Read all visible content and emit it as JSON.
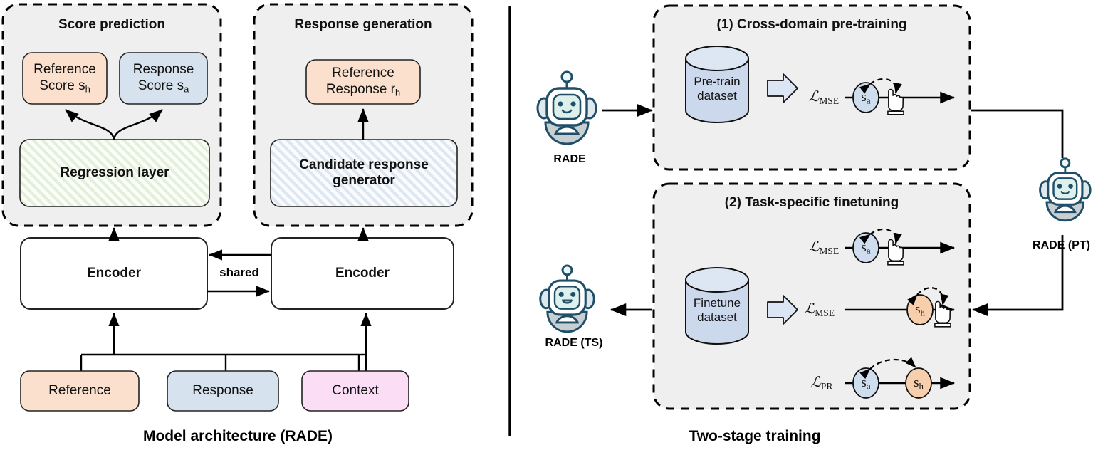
{
  "figure": {
    "left_caption": "Model architecture (RADE)",
    "right_caption": "Two-stage training"
  },
  "left_panel": {
    "score_prediction": {
      "title": "Score prediction",
      "reference_score": {
        "line1": "Reference",
        "line2_pre": "Score s",
        "line2_sub": "h"
      },
      "response_score": {
        "line1": "Response",
        "line2_pre": "Score s",
        "line2_sub": "a"
      },
      "regression_layer": "Regression layer"
    },
    "response_generation": {
      "title": "Response generation",
      "reference_response": {
        "line1": "Reference",
        "line2_pre": "Response r",
        "line2_sub": "h"
      },
      "candidate_generator_line1": "Candidate response",
      "candidate_generator_line2": "generator"
    },
    "encoder_left": "Encoder",
    "encoder_right": "Encoder",
    "shared_label": "shared",
    "inputs": [
      {
        "label": "Reference",
        "color": "#fae0cd"
      },
      {
        "label": "Response",
        "color": "#d6e3ef"
      },
      {
        "label": "Context",
        "color": "#fbddf5"
      }
    ]
  },
  "right_panel": {
    "rade": {
      "label": "RADE",
      "icon": "robot-icon"
    },
    "rade_pt": {
      "label": "RADE (PT)",
      "icon": "robot-icon"
    },
    "rade_ts": {
      "label": "RADE (TS)",
      "icon": "robot-happy-icon"
    },
    "stage1": {
      "title": "(1) Cross-domain pre-training",
      "dataset_line1": "Pre-train",
      "dataset_line2": "dataset",
      "rows": [
        {
          "loss_main": "ℒ",
          "loss_sub": "MSE",
          "nodes": [
            {
              "text_pre": "s",
              "text_sub": "a",
              "color": "#cfdeef"
            }
          ],
          "hand": true
        }
      ]
    },
    "stage2": {
      "title": "(2) Task-specific finetuning",
      "dataset_line1": "Finetune",
      "dataset_line2": "dataset",
      "rows": [
        {
          "loss_main": "ℒ",
          "loss_sub": "MSE",
          "nodes": [
            {
              "text_pre": "s",
              "text_sub": "a",
              "color": "#cfdeef"
            }
          ],
          "hand": true
        },
        {
          "loss_main": "ℒ",
          "loss_sub": "MSE",
          "nodes": [
            {
              "text_pre": "s",
              "text_sub": "h",
              "color": "#f8cfac"
            }
          ],
          "hand": true
        },
        {
          "loss_main": "ℒ",
          "loss_sub": "PR",
          "nodes": [
            {
              "text_pre": "s",
              "text_sub": "a",
              "color": "#cfdeef"
            },
            {
              "text_pre": "s",
              "text_sub": "h",
              "color": "#f8cfac"
            }
          ],
          "hand": false
        }
      ]
    }
  },
  "colors": {
    "panel_bg": "#efefef",
    "orange": "#fae0cd",
    "blue": "#d6e3ef",
    "pink": "#fbddf5",
    "green_hatch": "#8fc07a",
    "blue_hatch": "#7f9bc4",
    "cylinder": "#ccd8ec",
    "robot_stroke": "#1f4f68",
    "line": "#000000"
  }
}
